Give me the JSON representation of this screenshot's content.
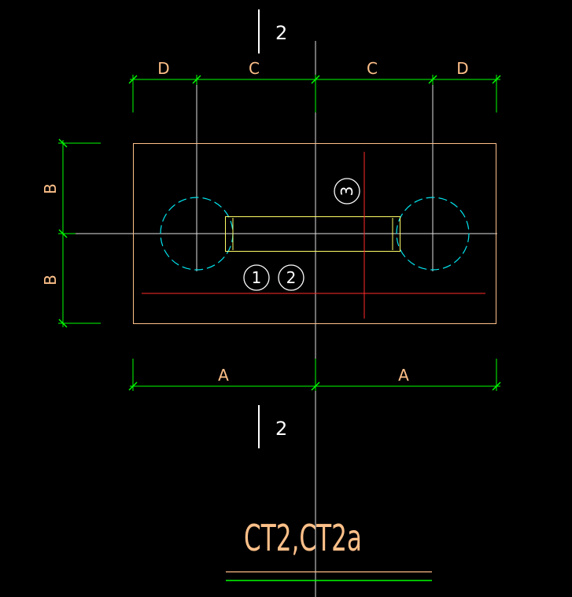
{
  "colors": {
    "background": "#000000",
    "dimension": "#00ff00",
    "dimension_text": "#ffc089",
    "outline": "#ffc089",
    "centerline": "#e0e0e0",
    "pile": "#00e5ee",
    "beam": "#ffff66",
    "rebar": "#ff2a2a",
    "bubble": "#ffffff",
    "title_underline_1": "#ffc089",
    "title_underline_2": "#00ff00"
  },
  "top_dimensions": [
    "D",
    "C",
    "C",
    "D"
  ],
  "bottom_dimensions": [
    "A",
    "A"
  ],
  "left_dimensions": [
    "B",
    "B"
  ],
  "section_mark_top": "2",
  "section_mark_bottom": "2",
  "rebar_markers": [
    "1",
    "2",
    "3"
  ],
  "title": "CT2,CT2a",
  "icons": {
    "pile-left": "dashed-circle-icon",
    "pile-right": "dashed-circle-icon"
  }
}
